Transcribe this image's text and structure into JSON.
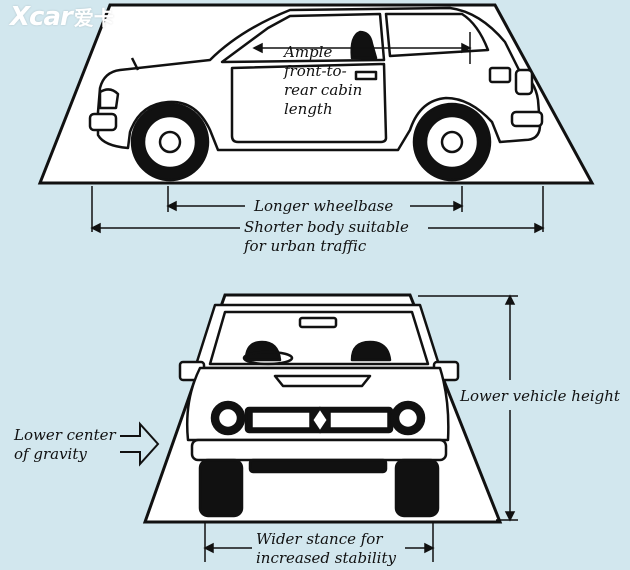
{
  "logo": {
    "brand": "Xcar",
    "chinese": "爱卡"
  },
  "labels": {
    "cabin": [
      "Ample",
      "front-to-",
      "rear cabin",
      "length"
    ],
    "wheelbase": "Longer wheelbase",
    "body": [
      "Shorter body suitable",
      "for urban traffic"
    ],
    "height": "Lower vehicle height",
    "gravity": [
      "Lower center",
      "of gravity"
    ],
    "stance": [
      "Wider stance for",
      "increased stability"
    ]
  },
  "colors": {
    "background": "#d2e7ee",
    "ground": "#ffffff",
    "ink": "#111111"
  }
}
